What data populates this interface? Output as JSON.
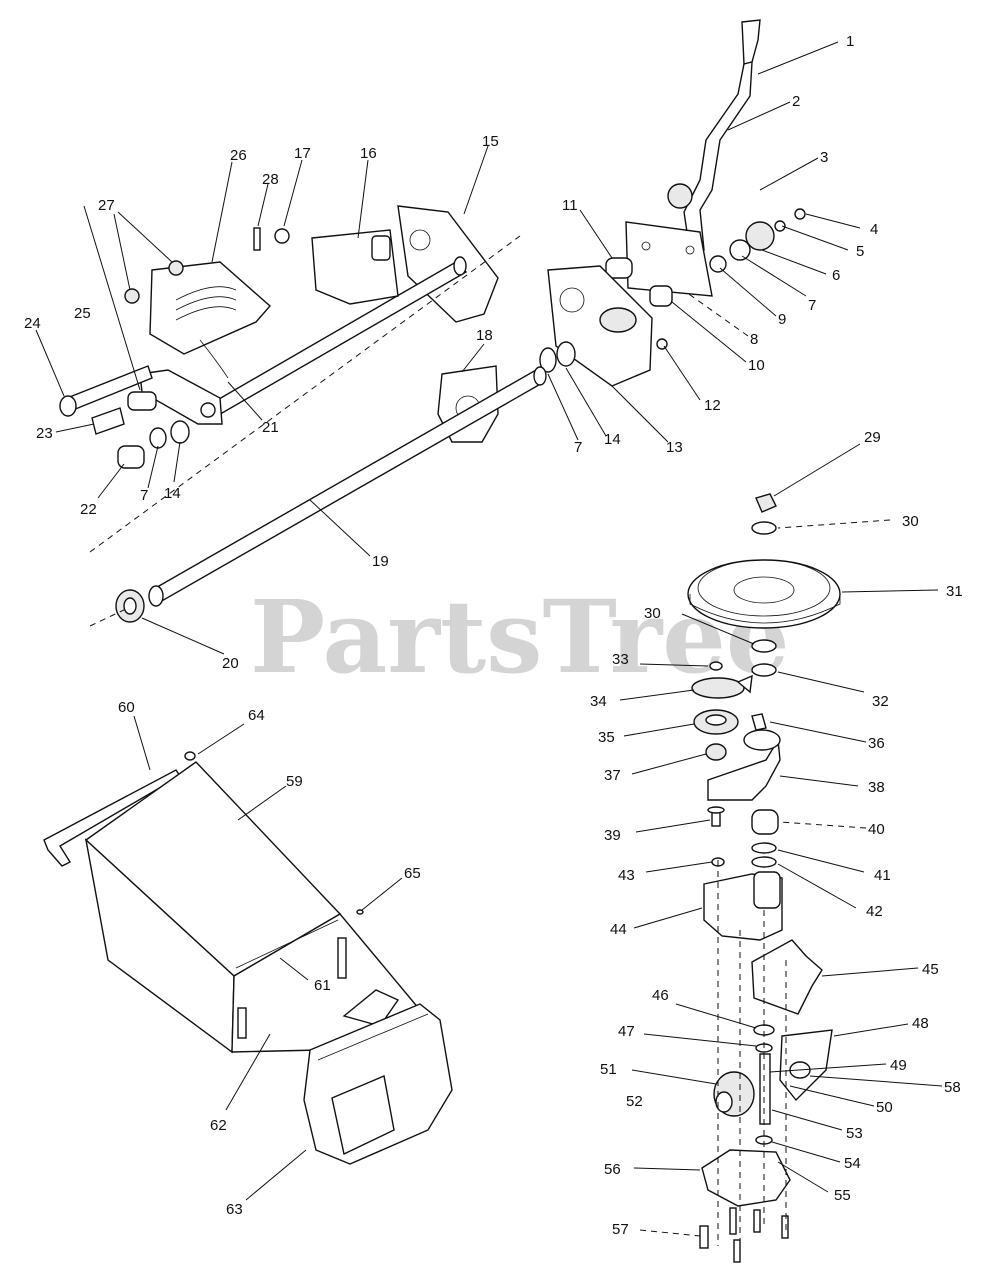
{
  "watermark": "PartsTree",
  "callouts": [
    "1",
    "2",
    "3",
    "4",
    "5",
    "6",
    "7",
    "8",
    "9",
    "10",
    "11",
    "12",
    "13",
    "14",
    "15",
    "16",
    "17",
    "18",
    "19",
    "20",
    "21",
    "22",
    "23",
    "24",
    "25",
    "26",
    "27",
    "28",
    "29",
    "30",
    "31",
    "32",
    "33",
    "34",
    "35",
    "36",
    "37",
    "38",
    "39",
    "40",
    "41",
    "42",
    "43",
    "44",
    "45",
    "46",
    "47",
    "48",
    "49",
    "50",
    "51",
    "52",
    "53",
    "54",
    "55",
    "56",
    "57",
    "58",
    "59",
    "60",
    "61",
    "62",
    "63",
    "64",
    "65"
  ],
  "dup_callouts": {
    "seven_b": "7",
    "seven_c": "7",
    "fourteen_b": "14",
    "thirty_b": "30"
  }
}
